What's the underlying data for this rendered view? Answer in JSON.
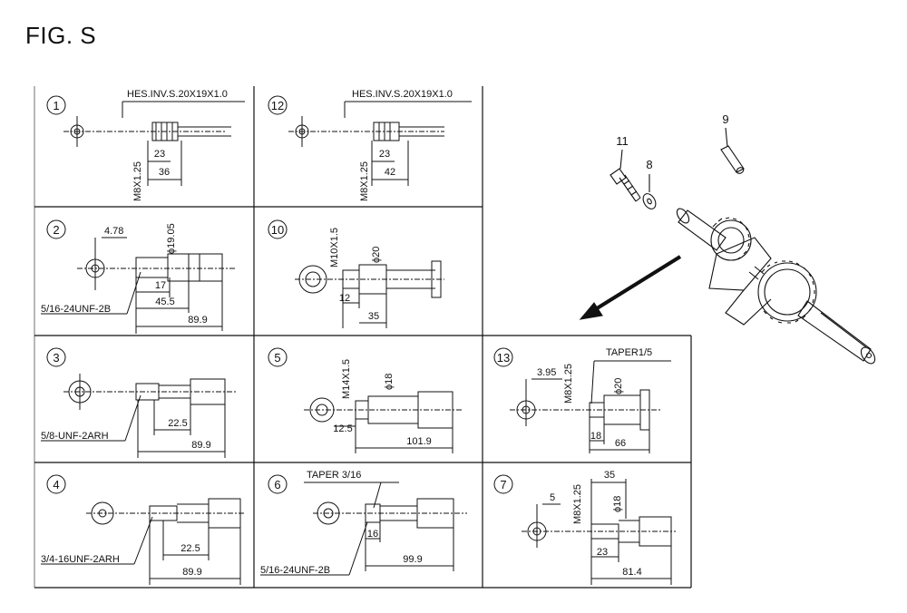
{
  "figure": {
    "title": "FIG. S"
  },
  "cells": {
    "c1": {
      "id": "1",
      "spec": "HES.INV.S.20X19X1.0",
      "thread": "M8X1.25",
      "d1": "23",
      "d2": "36"
    },
    "c12": {
      "id": "12",
      "spec": "HES.INV.S.20X19X1.0",
      "thread": "M8X1.25",
      "d1": "23",
      "d2": "42"
    },
    "c2": {
      "id": "2",
      "d_top": "4.78",
      "dia": "ϕ19.05",
      "d1": "17",
      "d2": "45.5",
      "d3": "89.9",
      "thread": "5/16-24UNF-2B"
    },
    "c10": {
      "id": "10",
      "thread": "M10X1.5",
      "dia": "ϕ20",
      "d1": "12",
      "d2": "35"
    },
    "c3": {
      "id": "3",
      "d1": "22.5",
      "d2": "89.9",
      "thread": "5/8-UNF-2ARH"
    },
    "c5": {
      "id": "5",
      "thread": "M14X1.5",
      "dia": "ϕ18",
      "d1": "12.5",
      "d2": "101.9"
    },
    "c13": {
      "id": "13",
      "d_left": "3.95",
      "thread": "M8X1.25",
      "taper": "TAPER1/5",
      "dia": "ϕ20",
      "d1": "18",
      "d2": "66"
    },
    "c4": {
      "id": "4",
      "d1": "22.5",
      "d2": "89.9",
      "thread": "3/4-16UNF-2ARH"
    },
    "c6": {
      "id": "6",
      "taper": "TAPER 3/16",
      "d1": "16",
      "d2": "99.9",
      "thread": "5/16-24UNF-2B"
    },
    "c7": {
      "id": "7",
      "d_left": "5",
      "thread": "M8X1.25",
      "d_top": "35",
      "dia": "ϕ18",
      "d1": "23",
      "d2": "81.4"
    }
  },
  "parts": {
    "p11": "11",
    "p8": "8",
    "p9": "9"
  }
}
